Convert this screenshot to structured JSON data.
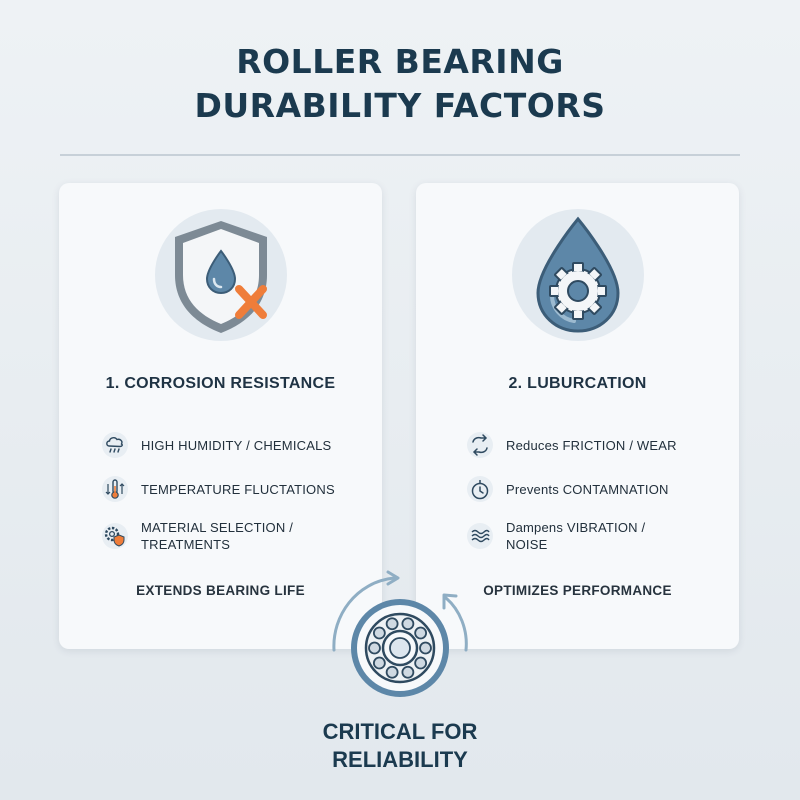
{
  "title": {
    "line1": "ROLLER BEARING",
    "line2": "DURABILITY FACTORS"
  },
  "left_card": {
    "heading": "1. CORROSION RESISTANCE",
    "icon": "shield-water-drop-x-icon",
    "items": [
      {
        "icon": "cloud-rain-icon",
        "text": "HIGH HUMIDITY / CHEMICALS"
      },
      {
        "icon": "thermometer-icon",
        "text": "TEMPERATURE FLUCTATIONS"
      },
      {
        "icon": "gear-shield-icon",
        "text_line1": "MATERIAL SELECTION /",
        "text_line2": "TREATMENTS"
      }
    ],
    "footer": "EXTENDS BEARING LIFE"
  },
  "right_card": {
    "heading": "2. LUBURCATION",
    "icon": "oil-drop-gear-icon",
    "items": [
      {
        "icon": "swap-arrows-icon",
        "text": "Reduces FRICTION / WEAR"
      },
      {
        "icon": "stopwatch-icon",
        "text": "Prevents CONTAMNATION"
      },
      {
        "icon": "wave-lines-icon",
        "text_line1": "Dampens VIBRATION /",
        "text_line2": "NOISE"
      }
    ],
    "footer": "OPTIMIZES PERFORMANCE"
  },
  "center": {
    "icon": "ball-bearing-icon",
    "line1": "CRITICAL FOR",
    "line2": "RELIABILITY"
  },
  "colors": {
    "accent_orange": "#ef7d3a",
    "steel_blue": "#5d87a8",
    "navy": "#1b3a4f"
  }
}
